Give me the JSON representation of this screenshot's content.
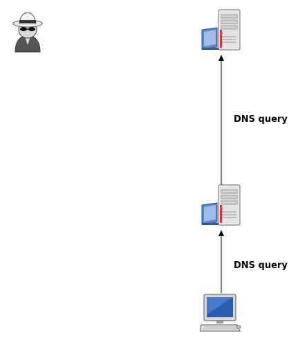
{
  "diagram": {
    "icons": {
      "attacker": "spy-icon",
      "top_server": "server-icon",
      "middle_server": "server-icon",
      "client": "computer-icon"
    },
    "edges": [
      {
        "from": "middle_server",
        "to": "top_server",
        "label": "DNS query"
      },
      {
        "from": "client",
        "to": "middle_server",
        "label": "DNS query"
      }
    ]
  }
}
